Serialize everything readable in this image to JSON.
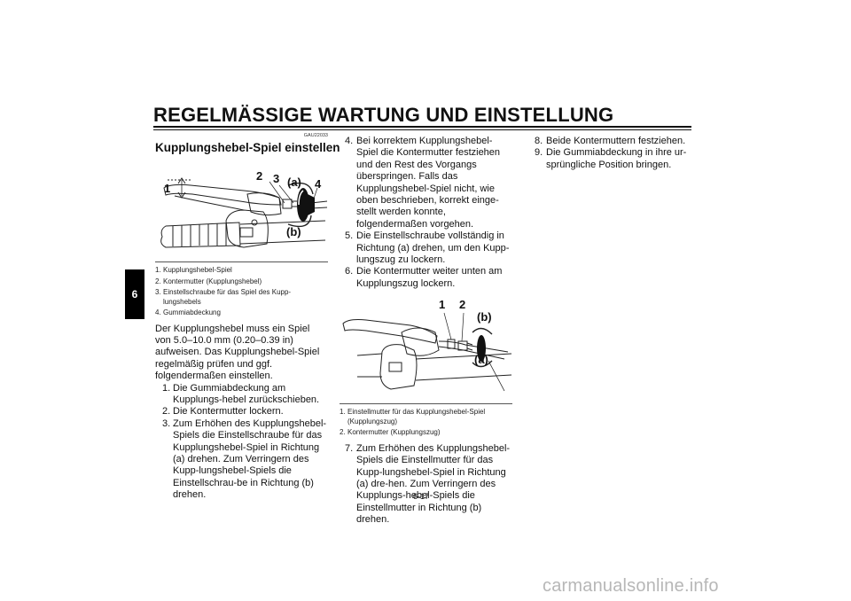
{
  "page": {
    "title": "REGELMÄSSIGE WARTUNG UND EINSTELLUNG",
    "chapter_tab": "6",
    "page_number": "6-17",
    "watermark": "carmanualsonline.info"
  },
  "section": {
    "code": "GAU22033",
    "heading": "Kupplungshebel-Spiel einstellen"
  },
  "figure1": {
    "callouts": [
      "1",
      "2",
      "3",
      "(a)",
      "4",
      "(b)"
    ],
    "captions": [
      {
        "num": "1.",
        "text": "Kupplungshebel-Spiel"
      },
      {
        "num": "2.",
        "text": "Kontermutter (Kupplungshebel)"
      },
      {
        "num": "3.",
        "text": "Einstellschraube für das Spiel des Kupp-lungshebels"
      },
      {
        "num": "4.",
        "text": "Gummiabdeckung"
      }
    ]
  },
  "intro": "Der Kupplungshebel muss ein Spiel von 5.0–10.0 mm (0.20–0.39 in) aufweisen. Das Kupplungshebel-Spiel regelmäßig prüfen und ggf. folgendermaßen einstellen.",
  "steps_col1": [
    {
      "num": "1.",
      "text": "Die Gummiabdeckung am Kupplungs-hebel zurückschieben."
    },
    {
      "num": "2.",
      "text": "Die Kontermutter lockern."
    },
    {
      "num": "3.",
      "text": "Zum Erhöhen des Kupplungshebel-Spiels die Einstellschraube für das Kupplungshebel-Spiel in Richtung (a) drehen. Zum Verringern des Kupp-lungshebel-Spiels die Einstellschrau-be in Richtung (b) drehen."
    }
  ],
  "steps_col2": [
    {
      "num": "4.",
      "text": "Bei korrektem Kupplungshebel-Spiel die Kontermutter festziehen und den Rest des Vorgangs überspringen. Falls das Kupplungshebel-Spiel nicht, wie oben beschrieben, korrekt einge-stellt werden konnte, folgendermaßen vorgehen."
    },
    {
      "num": "5.",
      "text": "Die Einstellschraube vollständig in Richtung (a) drehen, um den Kupp-lungszug zu lockern."
    },
    {
      "num": "6.",
      "text": "Die Kontermutter weiter unten am Kupplungszug lockern."
    }
  ],
  "figure2": {
    "callouts": [
      "1",
      "2",
      "(b)",
      "(a)"
    ],
    "captions": [
      {
        "num": "1.",
        "text": "Einstellmutter für das Kupplungshebel-Spiel (Kupplungszug)"
      },
      {
        "num": "2.",
        "text": "Kontermutter (Kupplungszug)"
      }
    ]
  },
  "step7": {
    "num": "7.",
    "text": "Zum Erhöhen des Kupplungshebel-Spiels die Einstellmutter für das Kupp-lungshebel-Spiel in Richtung (a) dre-hen. Zum Verringern des Kupplungs-hebel-Spiels die Einstellmutter in Richtung (b) drehen."
  },
  "steps_col3": [
    {
      "num": "8.",
      "text": "Beide Kontermuttern festziehen."
    },
    {
      "num": "9.",
      "text": "Die Gummiabdeckung in ihre ur-sprüngliche Position bringen."
    }
  ]
}
